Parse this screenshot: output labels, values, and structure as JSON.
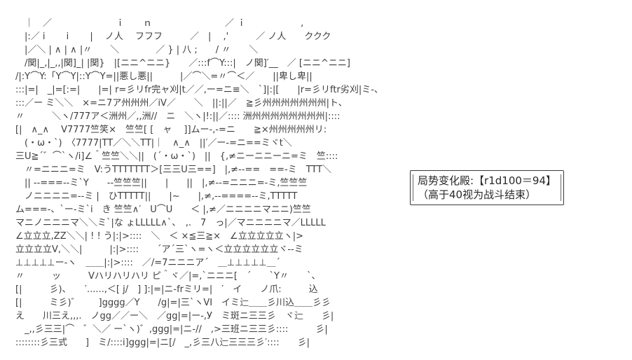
{
  "scene": {
    "ascii_art": [
      "　｜　／　　　　　　　ｉ　　ｎ　　　　　　　　／ ｉ　　　　　　,",
      "　|:／ i　　 i　　 |　 ノ人　 フフフ　　　／　|　 ,'　　　／ ノ人　　ククク",
      "　|／＼ | ∧ | ∧ |〃　　＼　　　　／ } | 八 ;　　/ 〃　　＼",
      "　/関|_,|_,,|関]_| |関}　|[ニニ^ニニ}　　／:::f⌒Y:::|　ノ関]′__　／ [ニニ^ニニ]",
      "/|:Y⌒Y:「Y⌒Y|::Y⌒Y=||悪し悪||　　　|／⌒＼=〃⌒＜／　　||卑し卑||",
      ":::|=|　_|=[:=|　　|=| r=彡リfr完ャ刈|t／／,ー=ニ≡＼　`]|:|[　　|r=彡リftr劣刈|ミ-、",
      ":::／ー ミ＼＼　×=ニ7ア州州州／iV／　　＼　||:||／　≧彡州州州州州州州|ト、",
      "〃　　　＼ヽ/777ア＜洲州／,,洲//　ニ　＼ヽ|!:||／:::: 洲州州州州州州州州|::::",
      "[|　∧_∧　 V7777竺笑×　竺竺[ [　ャ　 ]]ムー-,-=ニ　　≧×州州州州州リ:",
      "　(・ω・`)　〈7777|TT／＼＼TT|｜　∧_∧　||′／ー-=ニ==ミヾt＼",
      "三U≧´゛⌒`ヽ/i]∠＾竺竺＼＼||　(´・ω・`)　||　{,≠ニーニニーニ=ミ　竺::::",
      "　〃=ニニニ=ミ　V:うTTTTTTT＞[三三U三==]　|,≠--==　==-ミ　TTT＼",
      "　|| --===--ミ`Y　　--竺竺竺||　　|　　||　|,≠--=ニニニ=-ミ,竺竺竺",
      "　ノニニニニ=--ミ |　ひTTTTT||　　|~　　|,≠,--====--ミ,TTTTT",
      "ム===-、`ー-ミ`i　き 竺竺∧′　U⌒U　　＜ |,≠／ニニニニマニニ)竺竺",
      "マニノニニニマ＼＼ミ`|な ょLLLLL∧`、　,.　7　っ|／マニニニニマ／LLLLL",
      "∠立立立,ΖZ＼＼| ! ! う|:|>::::　＼　＜ ×≦三≧×　∠立立立立立ヽ|>",
      "立立立立V,＼＼|　　　|:|>::::　　´ア´三`ヽ=ヽ＜立立立立立立ヾ--ミ",
      "⊥⊥⊥⊥⊥ー-ヽ　＿＿|:|>::::　／/=7ニニニア´　＿⊥⊥⊥⊥⊥＿´",
      "〃　　　ッ　　　Vハリハリハリ ピ＾ヾ／|=,`ニニニ[　´　　`Y〃　　`、",
      "[|　　　彡)、　　′......,＜[ j/　] ]:|=|ニ-frミリ=|　′　イ　　ノ爪:　　　込",
      "[|　　　ミ彡)゛　　]gggg／Y　　/g|=|三`ヽVI　イミ辷＿＿彡川込＿＿彡彡",
      "え　　川三え,,,.　ノgg／／ー＼　／gg|=|ー-,У　ミ斑ニ三三彡　ヾ辷　　彡|",
      "　_,,彡三三|⌒　゛＼／ ー`ヽ)゛,ggg|=|ニ-//　,>三班ニ三三彡::::　　　彡|",
      "::::::::彡三式　　]　ミ/::::i]ggg|=|ニ[/　_,彡三八辷三三三彡′::::　　彡|"
    ]
  },
  "dice_box": {
    "result_line": "局势变化殿:【r1d100＝94】",
    "rule_line": "（高于40视为战斗结束）"
  }
}
